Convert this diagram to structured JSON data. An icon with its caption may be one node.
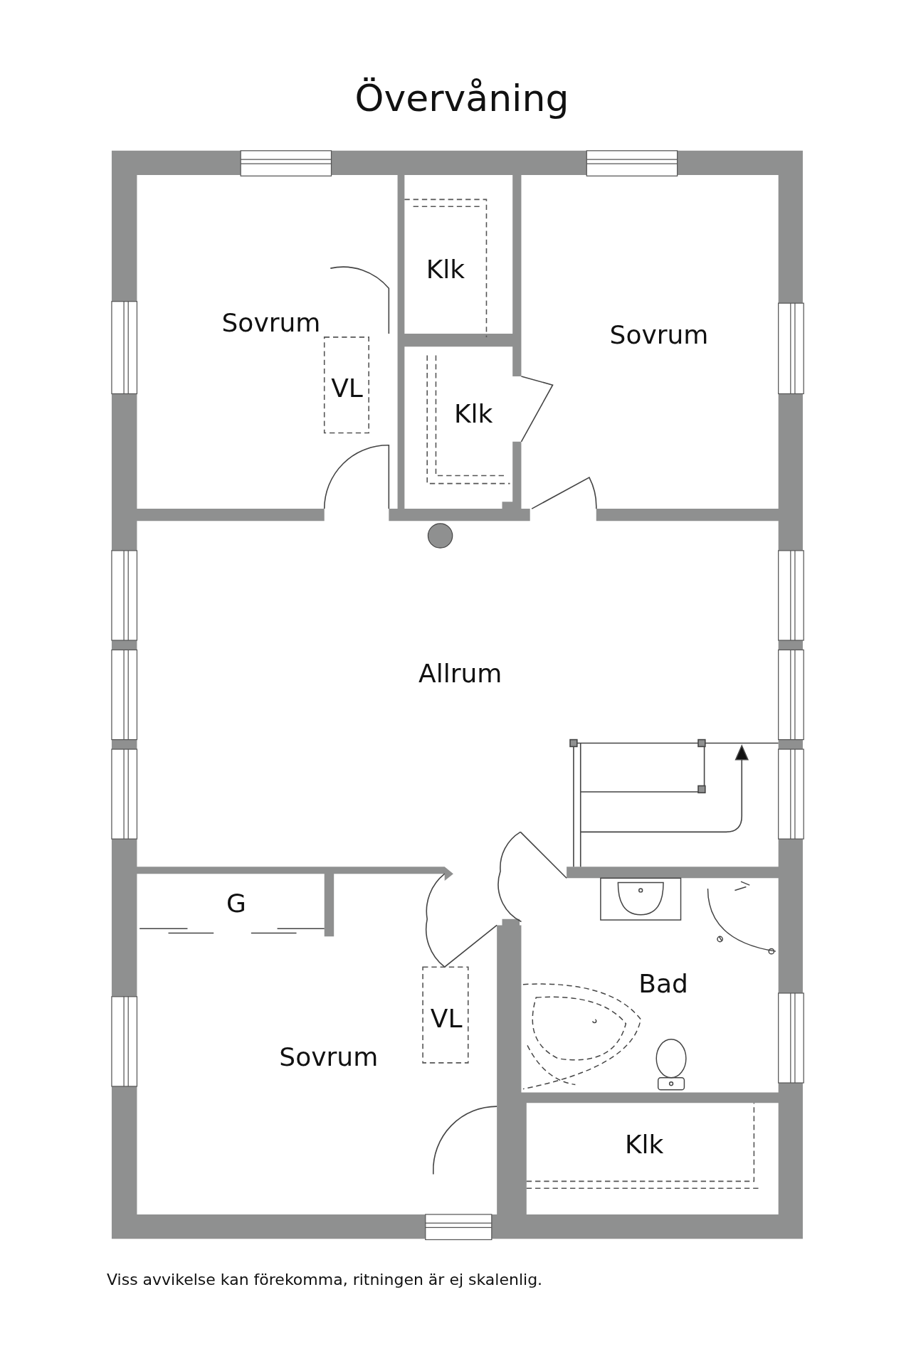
{
  "diagram": {
    "title": "Övervåning",
    "caption": "Viss avvikelse kan förekomma, ritningen är ej skalenlig.",
    "labels": [
      "Sovrum",
      "Klk",
      "VL",
      "Klk",
      "Sovrum",
      "Allrum",
      "G",
      "VL",
      "Bad",
      "Sovrum",
      "Klk"
    ]
  }
}
